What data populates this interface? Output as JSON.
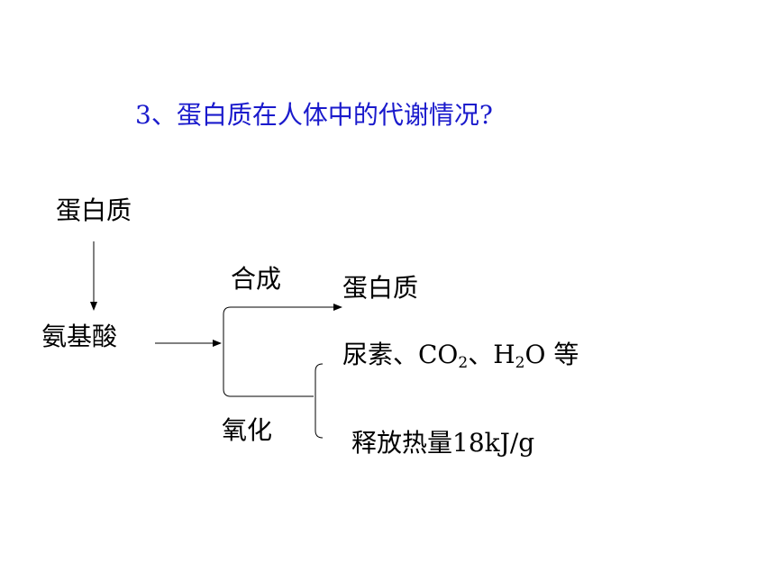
{
  "title": "3、蛋白质在人体中的代谢情况?",
  "nodes": {
    "protein_top": "蛋白质",
    "amino_acid": "氨基酸",
    "synthesis_label": "合成",
    "oxidation_label": "氧化",
    "protein_right": "蛋白质",
    "products": {
      "prefix": "尿素、CO",
      "co2_sub": "2",
      "mid": "、H",
      "h2o_sub": "2",
      "suffix": "O 等"
    },
    "energy": "释放热量18kJ/g"
  },
  "colors": {
    "title": "#1a1acc",
    "text": "#000000"
  }
}
